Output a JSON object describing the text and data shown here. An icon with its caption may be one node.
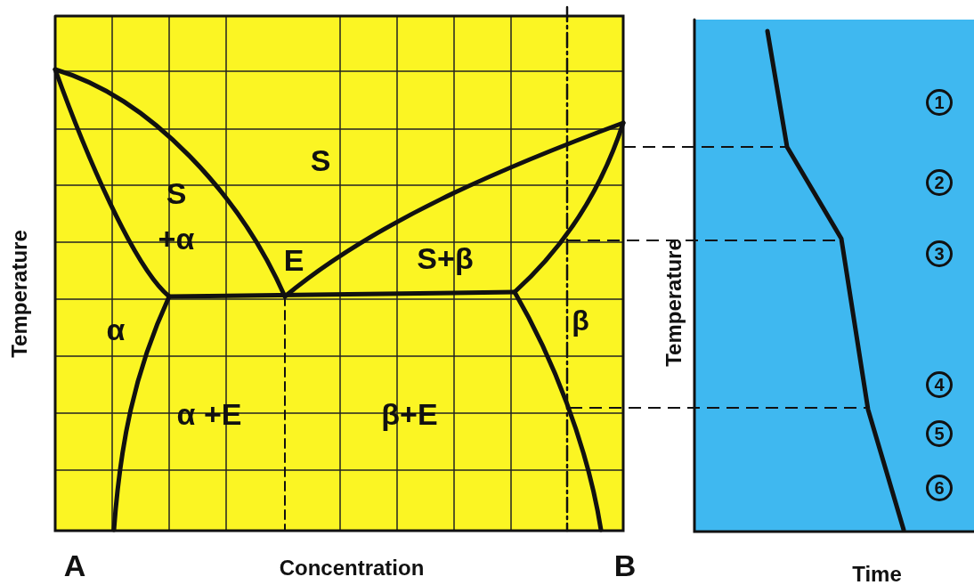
{
  "diagram": {
    "labels": [
      "S",
      "S +α",
      "E",
      "S+β",
      "α",
      "β",
      "α +E",
      "β+E",
      "A",
      "Concentration",
      "B",
      "Temperature",
      "Temperature",
      "Time",
      "1",
      "2",
      "3",
      "4",
      "5",
      "6"
    ]
  }
}
